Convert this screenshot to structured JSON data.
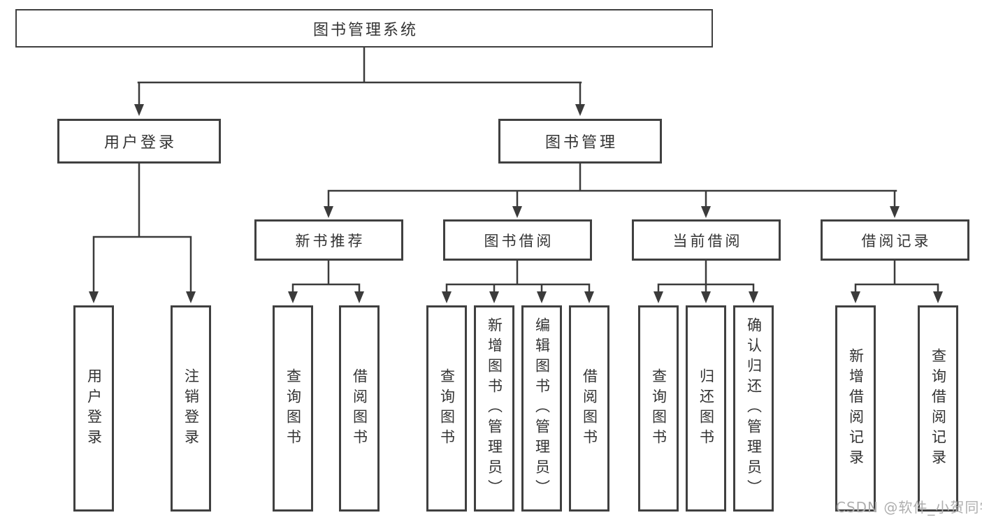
{
  "tree": {
    "root": "图书管理系统",
    "branches": [
      {
        "label": "用户登录",
        "children": [
          "用户登录",
          "注销登录"
        ]
      },
      {
        "label": "图书管理",
        "modules": [
          {
            "label": "新书推荐",
            "children": [
              "查询图书",
              "借阅图书"
            ]
          },
          {
            "label": "图书借阅",
            "children": [
              "查询图书",
              "新增图书（管理员）",
              "编辑图书（管理员）",
              "借阅图书"
            ]
          },
          {
            "label": "当前借阅",
            "children": [
              "查询图书",
              "归还图书",
              "确认归还（管理员）"
            ]
          },
          {
            "label": "借阅记录",
            "children": [
              "新增借阅记录",
              "查询借阅记录"
            ]
          }
        ]
      }
    ]
  },
  "colors": {
    "line": "#3b3b3b",
    "border": "#404040",
    "text": "#333333",
    "watermark": "#aeaeae"
  },
  "watermark": "CSDN @软件_小贺同学"
}
